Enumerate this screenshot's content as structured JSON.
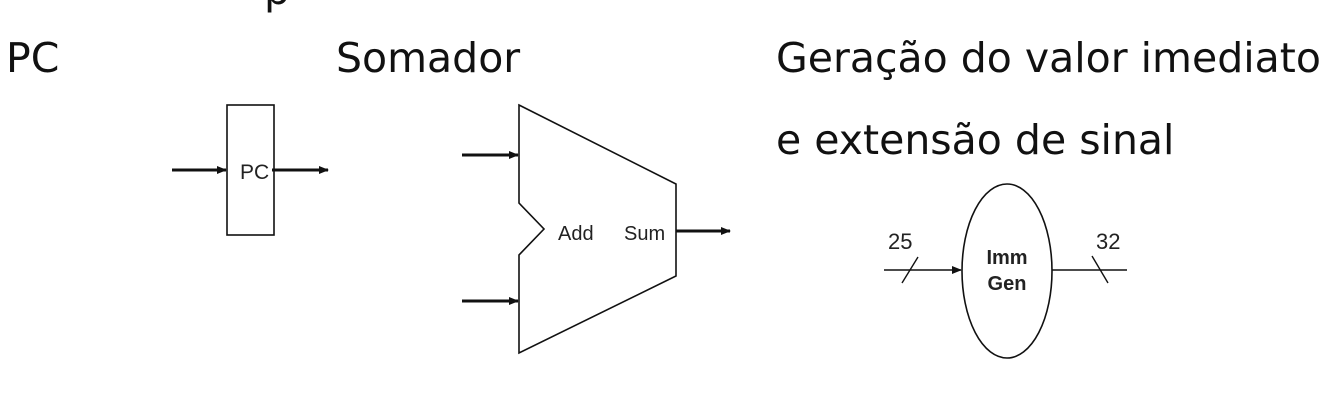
{
  "top_fragment": "p",
  "sections": {
    "pc": {
      "title": "PC",
      "block_label": "PC"
    },
    "adder": {
      "title": "Somador",
      "block_label_left": "Add",
      "block_label_right": "Sum"
    },
    "immgen": {
      "title_line1": "Geração do valor imediato",
      "title_line2": "e extensão de sinal",
      "block_label_line1": "Imm",
      "block_label_line2": "Gen",
      "input_width": "25",
      "output_width": "32"
    }
  }
}
